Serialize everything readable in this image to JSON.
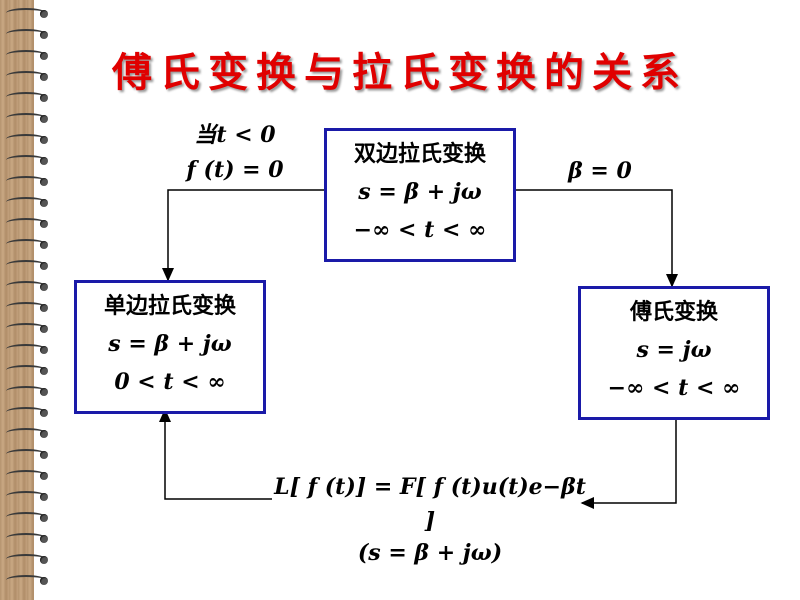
{
  "title": "傅氏变换与拉氏变换的关系",
  "bilateral_box": {
    "line1": "双边拉氏变换",
    "line2": "s = β + jω",
    "line3": "−∞ < t < ∞"
  },
  "unilateral_box": {
    "line1": "单边拉氏变换",
    "line2": "s = β + jω",
    "line3": "0 < t < ∞"
  },
  "fourier_box": {
    "line1": "傅氏变换",
    "line2": "s = jω",
    "line3": "−∞ < t < ∞"
  },
  "left_condition": {
    "line1": "当t < 0",
    "line2": "f (t) = 0"
  },
  "right_condition": "β = 0",
  "bottom_relation": {
    "line1": "L[ f (t)] = F[ f (t)u(t)e−βt ]",
    "line2": "(s = β + jω)"
  },
  "colors": {
    "title": "#e00000",
    "box_border": "#1a1aa8",
    "binding": "#b5946f"
  }
}
